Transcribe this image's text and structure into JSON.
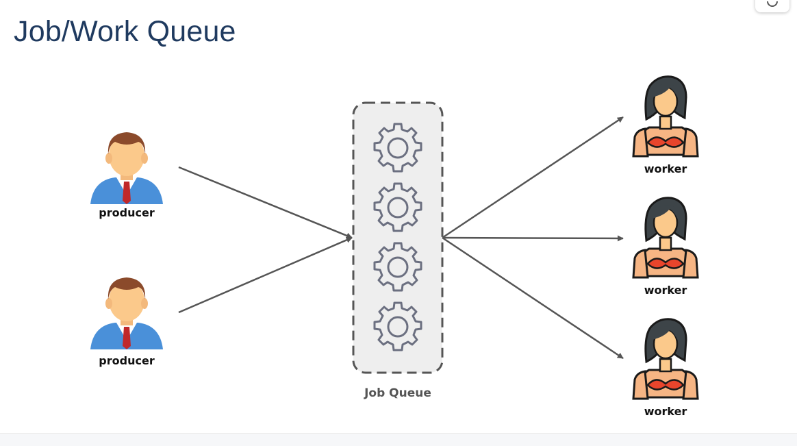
{
  "page": {
    "title": "Job/Work Queue"
  },
  "diagram": {
    "producers": [
      {
        "label": "producer"
      },
      {
        "label": "producer"
      }
    ],
    "queue": {
      "label": "Job Queue",
      "gear_count": 4
    },
    "workers": [
      {
        "label": "worker"
      },
      {
        "label": "worker"
      },
      {
        "label": "worker"
      }
    ]
  },
  "colors": {
    "title": "#1f3a5f",
    "arrow": "#555555",
    "queue_border": "#555555",
    "queue_fill": "#eeeeee",
    "gear": "#6b6f80",
    "producer_shirt": "#4a90d9",
    "producer_tie": "#c0282a",
    "producer_hair": "#8b4a2b",
    "skin": "#fbc98b",
    "worker_hair": "#3d4448",
    "worker_top": "#e8452c"
  }
}
